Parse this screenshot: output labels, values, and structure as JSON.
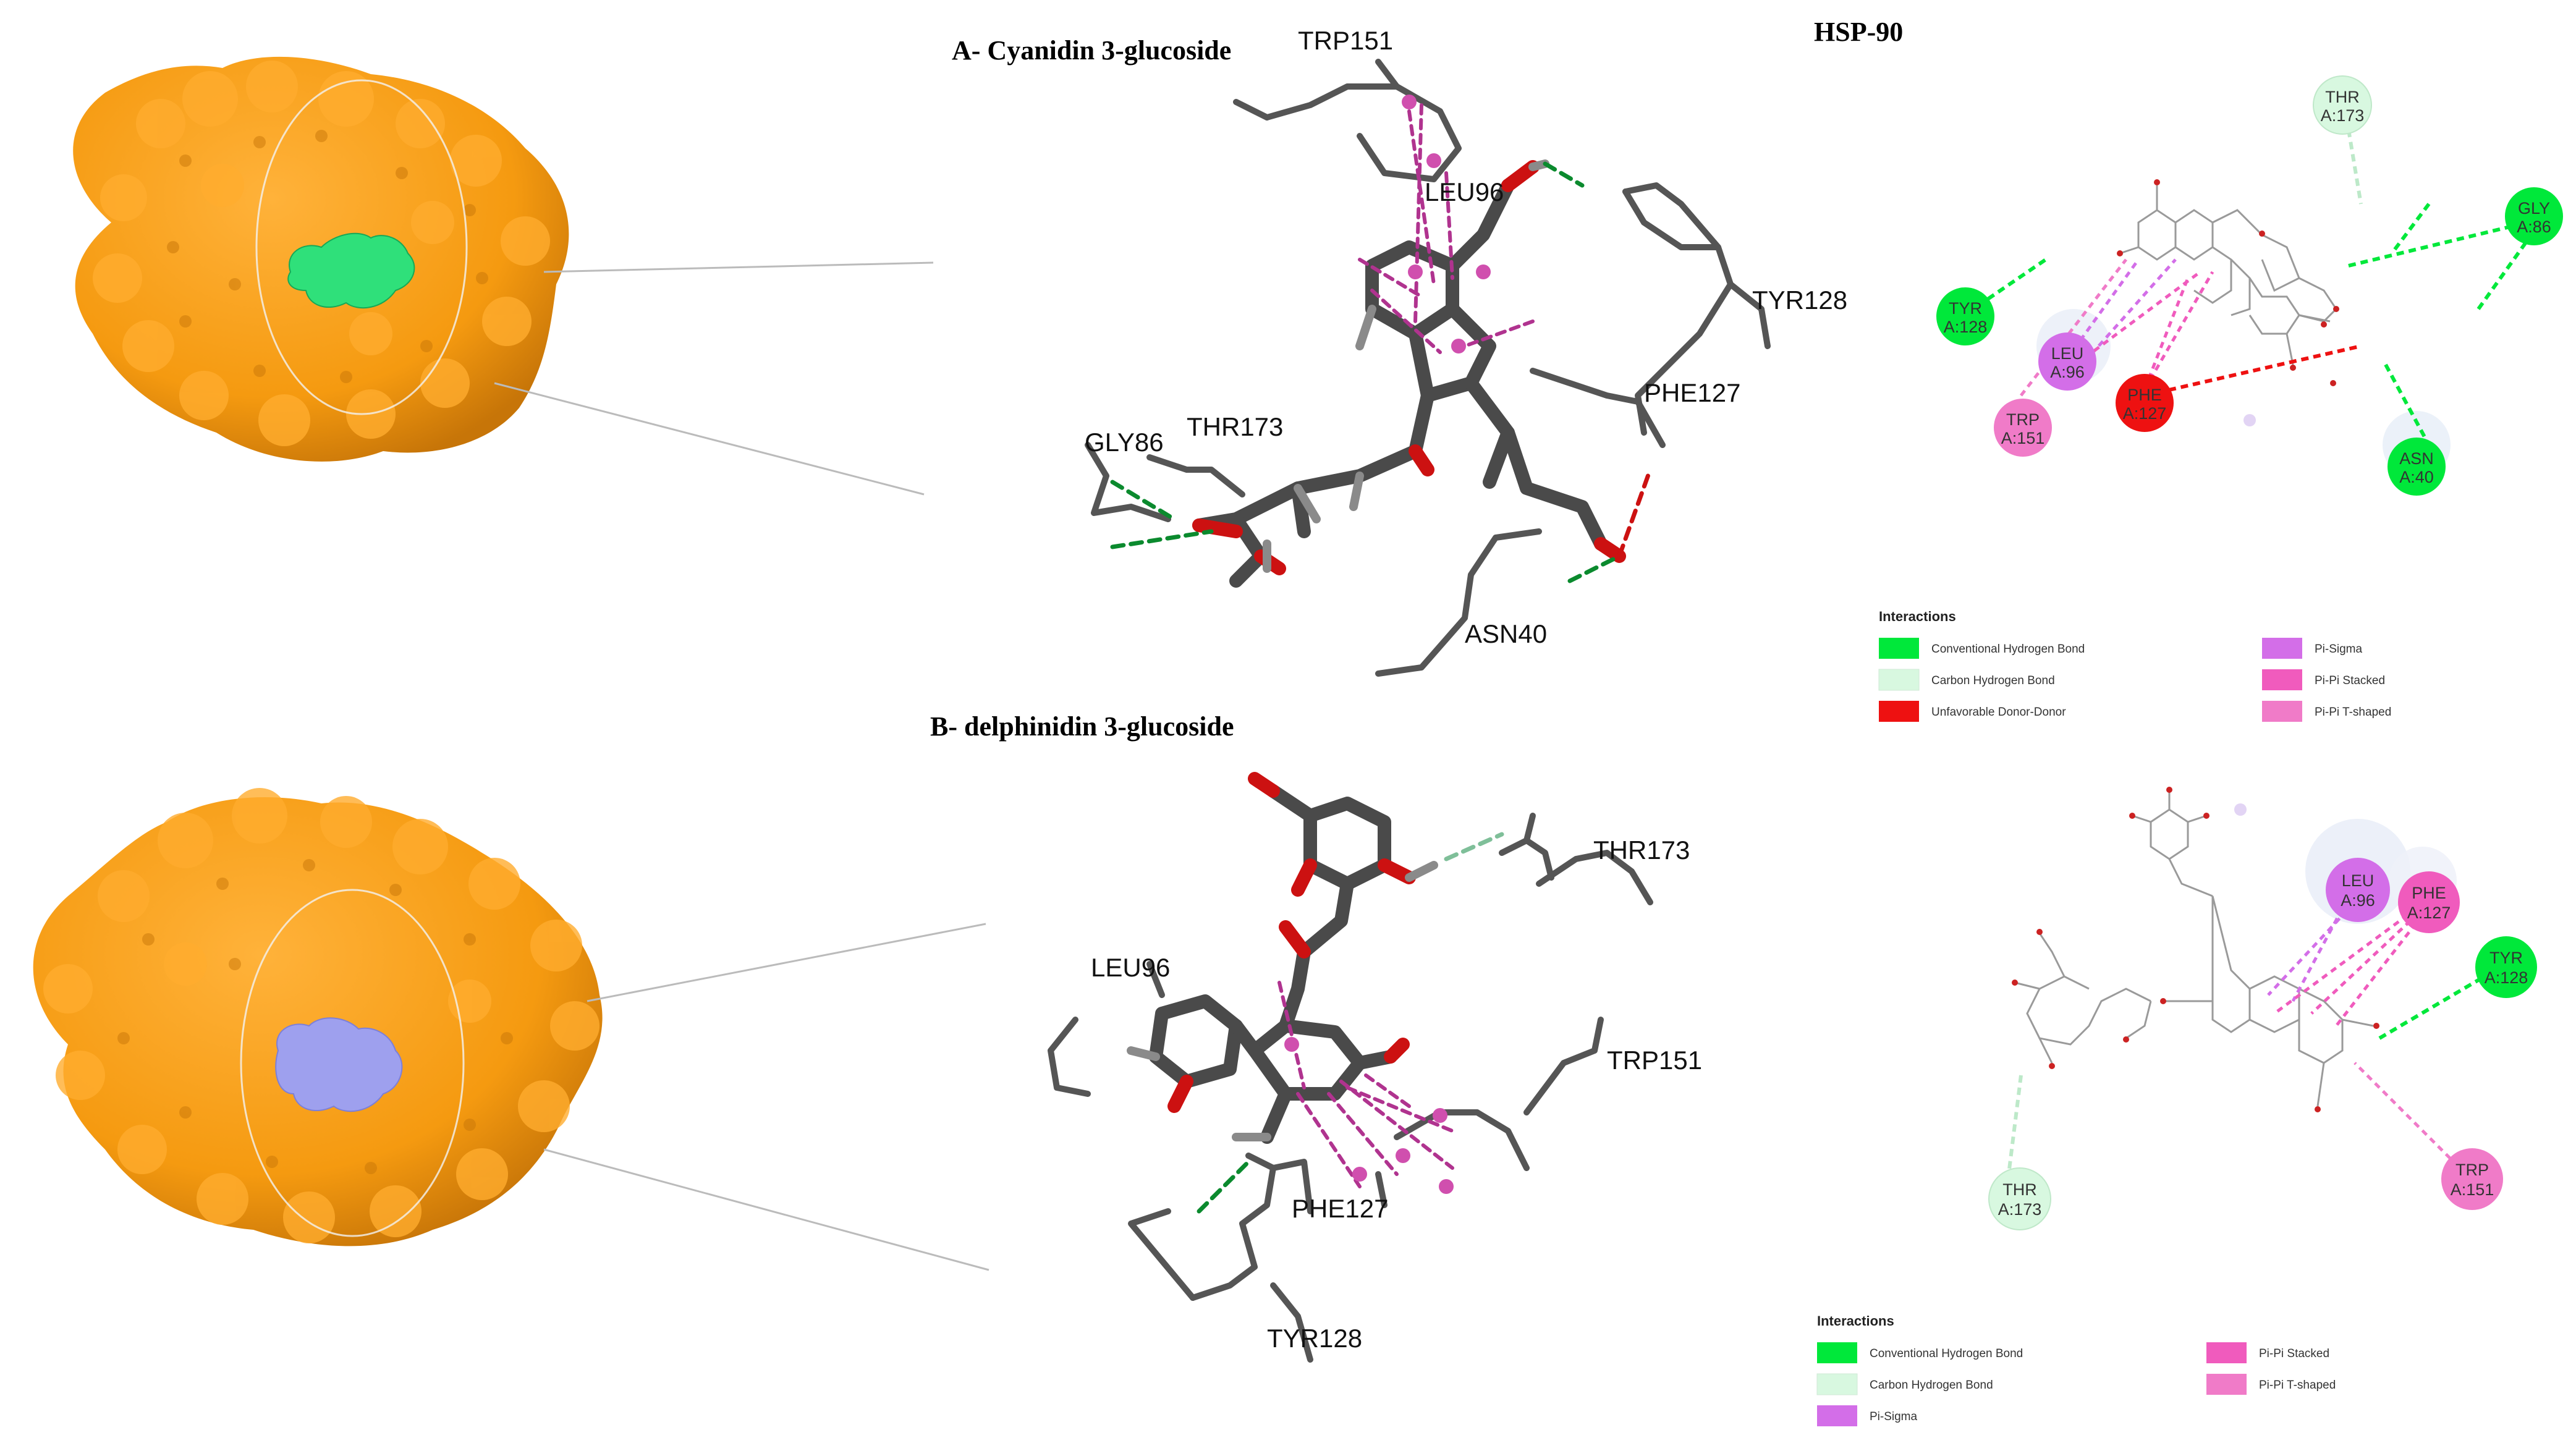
{
  "panels": [
    {
      "title": "A- Cyanidin 3-glucoside",
      "ligand_color": "#2fe07a",
      "residues_3d": [
        "TRP151",
        "LEU96",
        "TYR128",
        "PHE127",
        "GLY86",
        "THR173",
        "ASN40"
      ],
      "residues_2d": [
        {
          "name": "THR",
          "id": "A:173",
          "kind": "carbon_hbond"
        },
        {
          "name": "GLY",
          "id": "A:86",
          "kind": "conventional_hbond"
        },
        {
          "name": "TYR",
          "id": "A:128",
          "kind": "conventional_hbond"
        },
        {
          "name": "LEU",
          "id": "A:96",
          "kind": "pi_sigma"
        },
        {
          "name": "TRP",
          "id": "A:151",
          "kind": "pi_pi_t"
        },
        {
          "name": "PHE",
          "id": "A:127",
          "kind": "unfavorable"
        },
        {
          "name": "ASN",
          "id": "A:40",
          "kind": "conventional_hbond"
        }
      ],
      "legend": {
        "title": "Interactions",
        "items": [
          {
            "label": "Conventional Hydrogen Bond",
            "color": "#00e83a"
          },
          {
            "label": "Pi-Sigma",
            "color": "#d36ee8"
          },
          {
            "label": "Carbon Hydrogen Bond",
            "color": "#d8f8e0"
          },
          {
            "label": "Pi-Pi Stacked",
            "color": "#f05bbd"
          },
          {
            "label": "Unfavorable Donor-Donor",
            "color": "#ee1111"
          },
          {
            "label": "Pi-Pi T-shaped",
            "color": "#f07bc8"
          }
        ]
      }
    },
    {
      "title": "B- delphinidin 3-glucoside",
      "ligand_color": "#9ea0ee",
      "residues_3d": [
        "THR173",
        "LEU96",
        "TRP151",
        "PHE127",
        "TYR128"
      ],
      "residues_2d": [
        {
          "name": "LEU",
          "id": "A:96",
          "kind": "pi_sigma"
        },
        {
          "name": "PHE",
          "id": "A:127",
          "kind": "pi_pi_stacked"
        },
        {
          "name": "TYR",
          "id": "A:128",
          "kind": "conventional_hbond"
        },
        {
          "name": "THR",
          "id": "A:173",
          "kind": "carbon_hbond"
        },
        {
          "name": "TRP",
          "id": "A:151",
          "kind": "pi_pi_t"
        }
      ],
      "legend": {
        "title": "Interactions",
        "items": [
          {
            "label": "Conventional Hydrogen Bond",
            "color": "#00e83a"
          },
          {
            "label": "Pi-Pi Stacked",
            "color": "#f05bbd"
          },
          {
            "label": "Carbon Hydrogen Bond",
            "color": "#d8f8e0"
          },
          {
            "label": "Pi-Pi T-shaped",
            "color": "#f07bc8"
          },
          {
            "label": "Pi-Sigma",
            "color": "#d36ee8"
          }
        ]
      }
    }
  ],
  "protein_label": "HSP-90",
  "colors": {
    "protein": "#f59a10",
    "protein_dark": "#c77508",
    "conventional_hbond": "#00e83a",
    "carbon_hbond": "#d8f8e0",
    "pi_sigma": "#d36ee8",
    "pi_pi_stacked": "#f05bbd",
    "pi_pi_t": "#f07bc8",
    "unfavorable": "#ee1111"
  }
}
